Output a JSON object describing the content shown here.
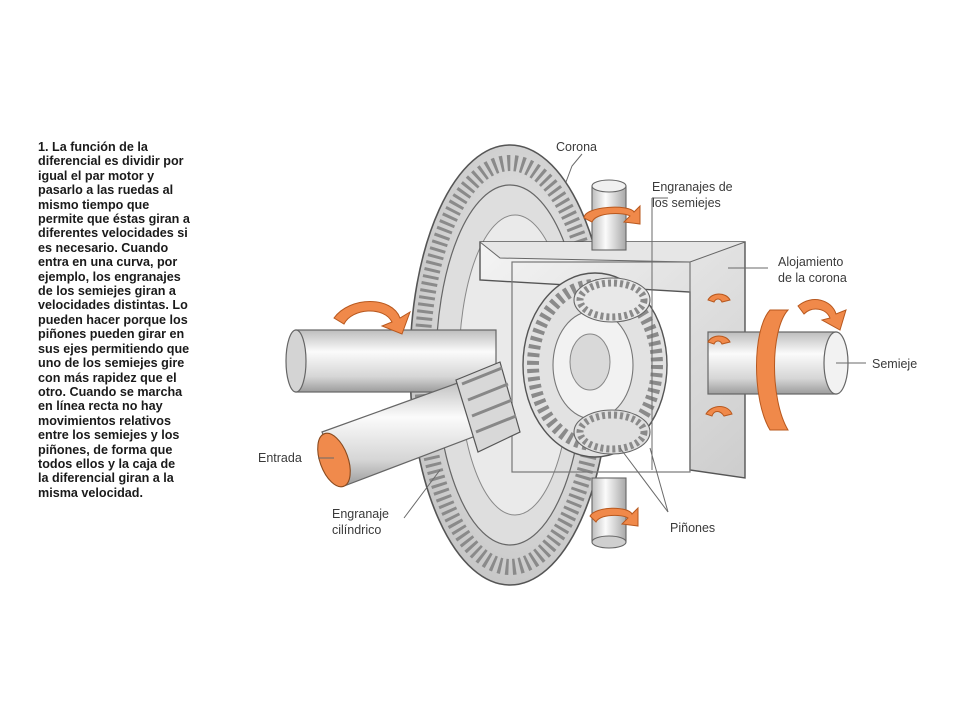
{
  "caption": {
    "lines": [
      "1.  La función de la",
      "diferencial es dividir por",
      "igual el par motor y",
      "pasarlo a las ruedas al",
      "mismo tiempo que",
      "permite que éstas giran a",
      "diferentes velocidades si",
      "es necesario. Cuando",
      "entra en una curva, por",
      "ejemplo, los engranajes",
      "de los semiejes giran a",
      "velocidades distintas. Lo",
      "pueden hacer porque los",
      "piñones pueden girar en",
      "sus ejes permitiendo que",
      "uno de los semiejes gire",
      "con más rapidez que el",
      "otro. Cuando se marcha",
      "en línea recta no hay",
      "movimientos relativos",
      "entre los semiejes y los",
      "piñones, de forma que",
      "todos ellos y la caja de",
      "la diferencial giran a la",
      "misma velocidad."
    ]
  },
  "labels": {
    "corona": "Corona",
    "engranajes_line1": "Engranajes de",
    "engranajes_line2": "los semiejes",
    "alojamiento_line1": "Alojamiento",
    "alojamiento_line2": "de la corona",
    "semieje": "Semieje",
    "entrada": "Entrada",
    "engranaje_line1": "Engranaje",
    "engranaje_line2": "cilíndrico",
    "pinones": "Piñones"
  },
  "colors": {
    "arrow_orange": "#f0894a",
    "metal_light": "#eeeeee",
    "metal_mid": "#cfcfcf",
    "metal_dark": "#9a9a9a",
    "outline": "#555555"
  }
}
